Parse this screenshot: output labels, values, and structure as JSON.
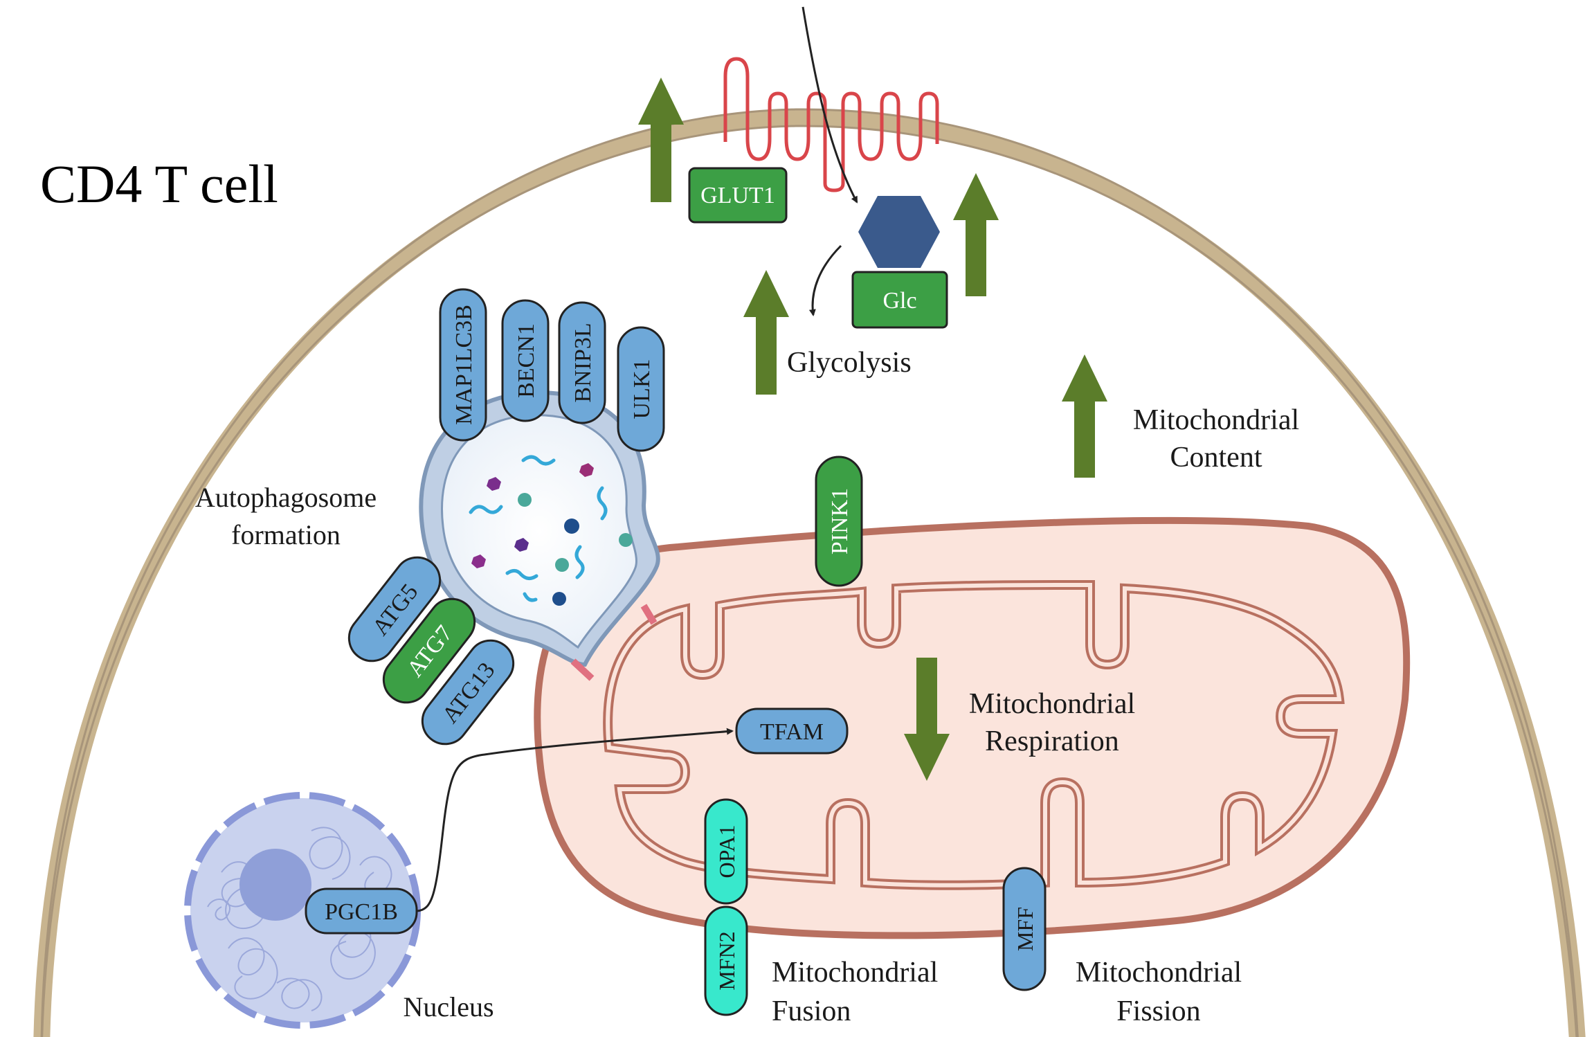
{
  "title": "CD4 T cell",
  "proteins": {
    "glut1": "GLUT1",
    "glc": "Glc",
    "map1lc3b": "MAP1LC3B",
    "becn1": "BECN1",
    "bnip3l": "BNIP3L",
    "ulk1": "ULK1",
    "atg5": "ATG5",
    "atg7": "ATG7",
    "atg13": "ATG13",
    "pink1": "PINK1",
    "tfam": "TFAM",
    "opa1": "OPA1",
    "mfn2": "MFN2",
    "mff": "MFF",
    "pgc1b": "PGC1B"
  },
  "labels": {
    "glycolysis": "Glycolysis",
    "autophagosome_line1": "Autophagosome",
    "autophagosome_line2": "formation",
    "mito_content_line1": "Mitochondrial",
    "mito_content_line2": "Content",
    "mito_resp_line1": "Mitochondrial",
    "mito_resp_line2": "Respiration",
    "mito_fusion_line1": "Mitochondrial",
    "mito_fusion_line2": "Fusion",
    "mito_fission_line1": "Mitochondrial",
    "mito_fission_line2": "Fission",
    "nucleus": "Nucleus"
  },
  "colors": {
    "arrow_green": "#5b7d2a",
    "protein_blue": "#6ea8d8",
    "protein_green": "#3c9f45",
    "protein_cyan": "#38e8cc",
    "membrane": "#c8b48f",
    "mito_fill": "#fbe4dc",
    "mito_stroke": "#b87060",
    "transporter_red": "#d9454a",
    "glucose": "#3a5a8c"
  }
}
